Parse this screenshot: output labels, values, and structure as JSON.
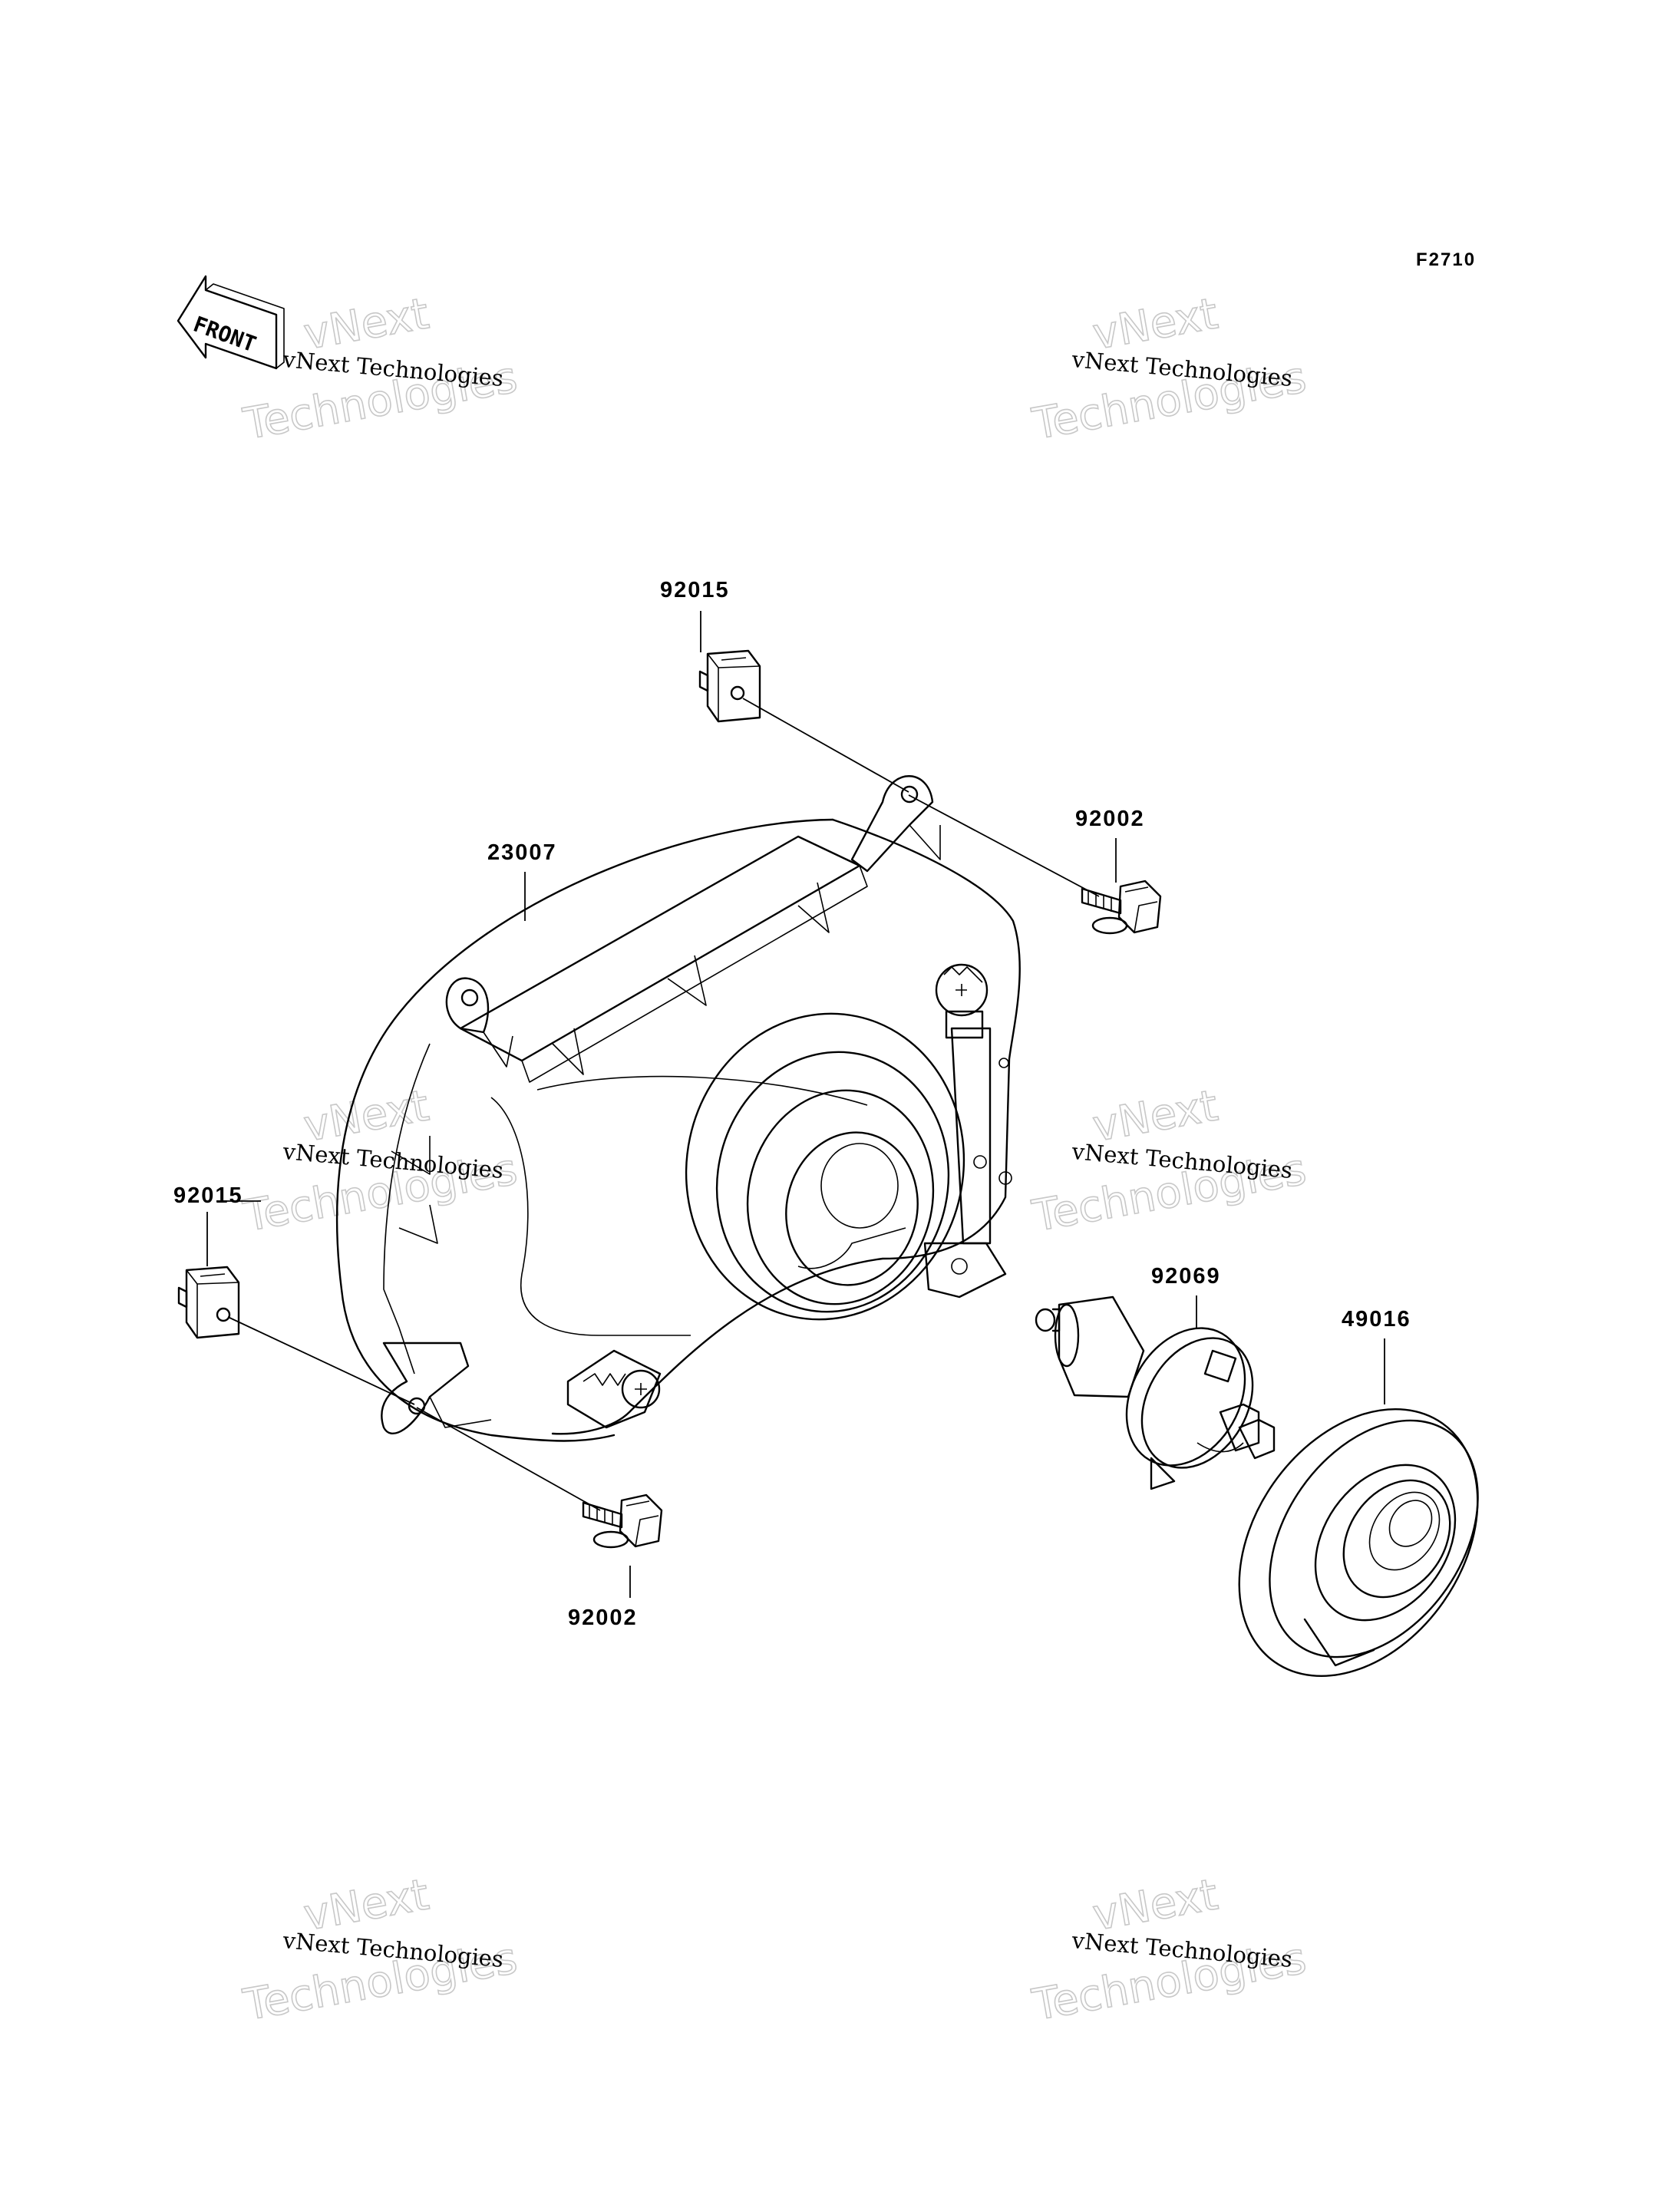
{
  "figure_code": "F2710",
  "front_badge": "FRONT",
  "watermark": {
    "small": "vNext Technologies",
    "big_line1": "vNext",
    "big_line2": "Technologies"
  },
  "parts": [
    {
      "id": "p1",
      "number": "92015"
    },
    {
      "id": "p2",
      "number": "92002"
    },
    {
      "id": "p3",
      "number": "23007"
    },
    {
      "id": "p4",
      "number": "92015"
    },
    {
      "id": "p5",
      "number": "92069"
    },
    {
      "id": "p6",
      "number": "49016"
    },
    {
      "id": "p7",
      "number": "92002"
    }
  ]
}
